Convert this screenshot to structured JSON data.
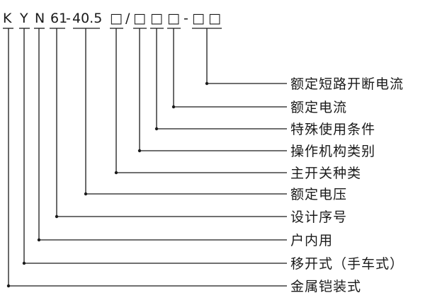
{
  "model": {
    "segments": [
      {
        "id": "k",
        "text": "K"
      },
      {
        "id": "y",
        "text": "Y"
      },
      {
        "id": "n",
        "text": "N"
      },
      {
        "id": "design-no",
        "text": "61"
      },
      {
        "id": "dash1",
        "text": "-"
      },
      {
        "id": "voltage",
        "text": "40.5"
      },
      {
        "id": "box1",
        "text": "□"
      },
      {
        "id": "slash",
        "text": "/"
      },
      {
        "id": "box2",
        "text": "□"
      },
      {
        "id": "box3",
        "text": "□"
      },
      {
        "id": "box4",
        "text": "□"
      },
      {
        "id": "dash2",
        "text": "-"
      },
      {
        "id": "box5",
        "text": "□"
      },
      {
        "id": "box6",
        "text": "□"
      }
    ]
  },
  "meanings": [
    {
      "id": "rated-short-circuit-breaking-current",
      "label": "额定短路开断电流"
    },
    {
      "id": "rated-current",
      "label": "额定电流"
    },
    {
      "id": "special-conditions",
      "label": "特殊使用条件"
    },
    {
      "id": "operating-mechanism-type",
      "label": "操作机构类别"
    },
    {
      "id": "main-switch-type",
      "label": "主开关种类"
    },
    {
      "id": "rated-voltage",
      "label": "额定电压"
    },
    {
      "id": "design-serial-number",
      "label": "设计序号"
    },
    {
      "id": "indoor-use",
      "label": "户内用"
    },
    {
      "id": "withdrawable-type",
      "label": "移开式（手车式）"
    },
    {
      "id": "metal-armored-type",
      "label": "金属铠装式"
    }
  ]
}
